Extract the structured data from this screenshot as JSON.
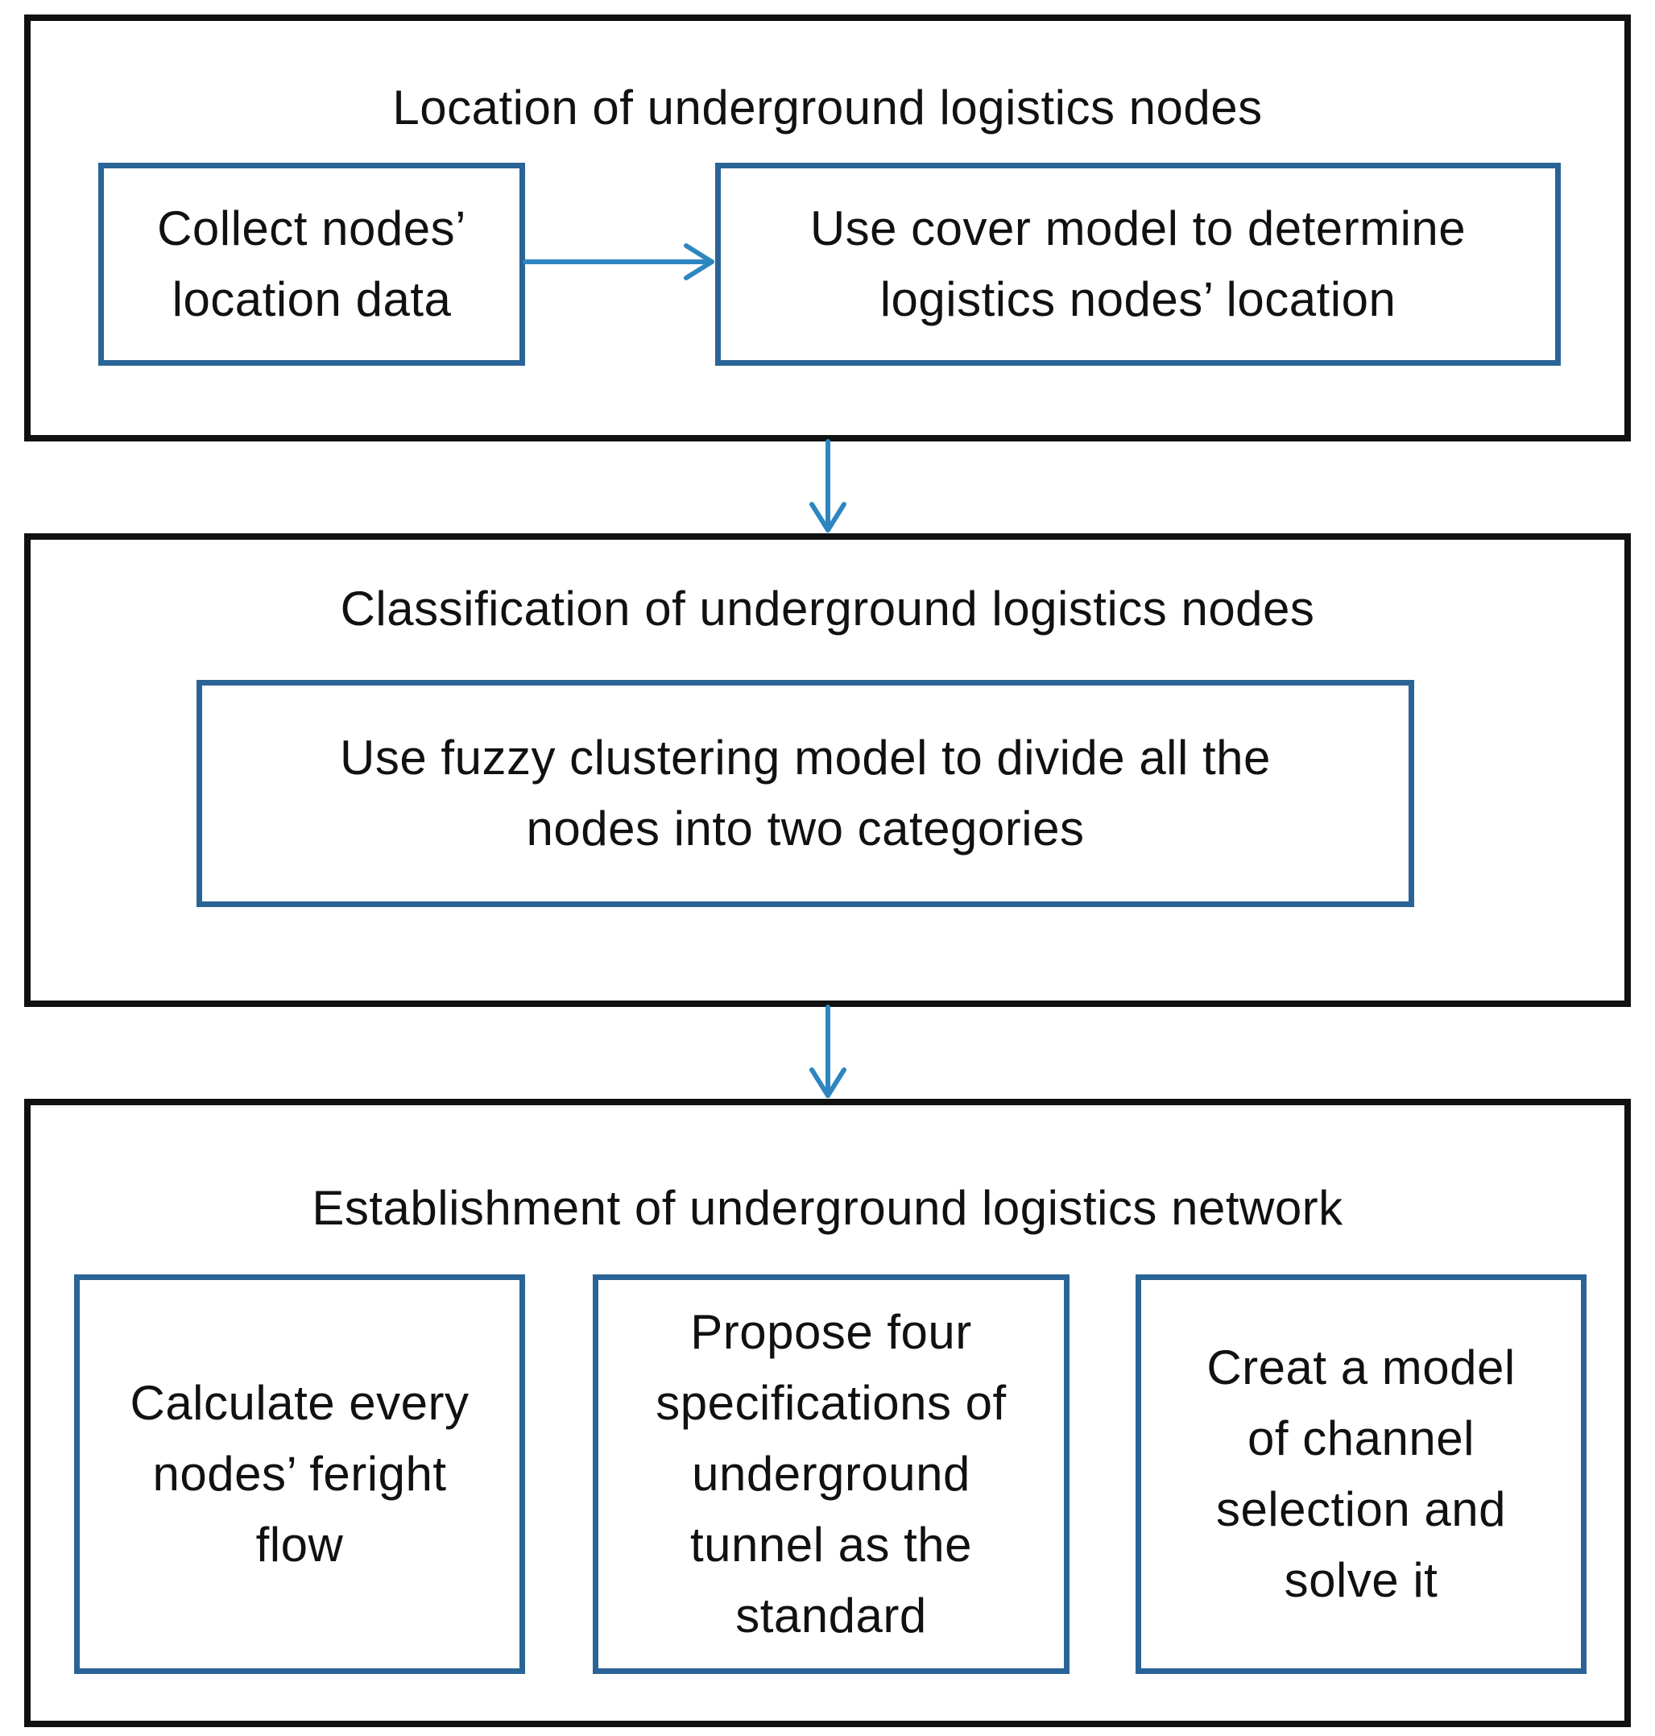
{
  "stages": [
    {
      "title": "Location of underground logistics nodes",
      "steps": [
        "Collect nodes’\nlocation data",
        "Use cover model to determine\nlogistics nodes’ location"
      ]
    },
    {
      "title": "Classification of underground logistics nodes",
      "steps": [
        "Use fuzzy clustering model to divide all the\nnodes into two categories"
      ]
    },
    {
      "title": "Establishment of underground logistics network",
      "steps": [
        "Calculate every\nnodes’ feright\nflow",
        "Propose four\nspecifications of\nunderground\ntunnel as the\nstandard",
        "Creat a model\nof channel\nselection and\nsolve it"
      ]
    }
  ],
  "colors": {
    "section_border": "#111111",
    "step_border": "#2a6496",
    "arrow": "#2e86c1"
  }
}
